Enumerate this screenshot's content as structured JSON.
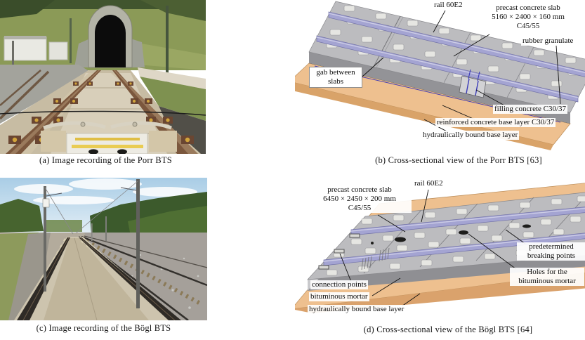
{
  "figure_title": "Ballastless track systems figure",
  "colors": {
    "rail_lavender": "#a4a4d2",
    "base_tan": "#eec08f",
    "slab_gray": "#bcbcbf",
    "label_ink": "#0d0d0d"
  },
  "panels": {
    "a": {
      "caption": "(a) Image recording of the Porr BTS"
    },
    "b": {
      "caption": "(b) Cross-sectional view of the Porr BTS [63]",
      "labels": {
        "rail": "rail 60E2",
        "precast_slab": "precast concrete slab\n5160 × 2400 × 160 mm\nC45/55",
        "rubber_granulate": "rubber granulate",
        "gap_between_slabs": "gab between\nslabs",
        "filling_concrete": "filling concrete C30/37",
        "reinforced_base": "reinforced concrete base layer C30/37",
        "hydraulic_base": "hydraulically bound base layer"
      }
    },
    "c": {
      "caption": "(c) Image recording of the Bögl BTS"
    },
    "d": {
      "caption": "(d) Cross-sectional view of the Bögl BTS [64]",
      "labels": {
        "precast_slab": "precast concrete slab\n6450 × 2450 × 200 mm\nC45/55",
        "rail": "rail 60E2",
        "breaking_points": "predetermined\nbreaking points",
        "mortar_holes": "Holes for the\nbituminous mortar",
        "connection_points": "connection points",
        "bituminous_mortar": "bituminous mortar",
        "hydraulic_base": "hydraulically bound base layer"
      }
    }
  }
}
